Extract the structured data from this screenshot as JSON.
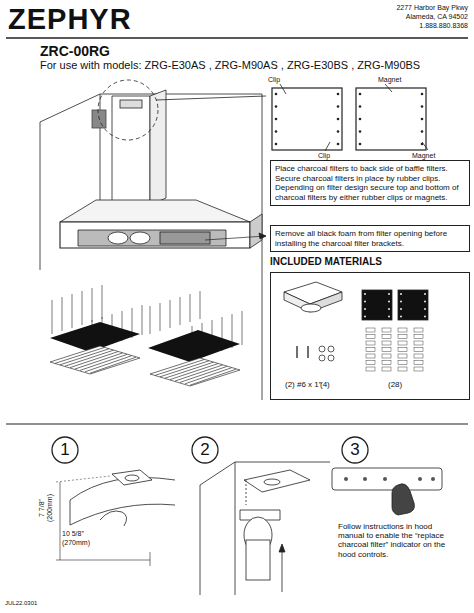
{
  "diagram": {
    "title": "ZRC-00RG",
    "nodes": [
      {
        "text": [
          "Place charcoal filters to back side of baffle filters. Secure charcoal filters in place by rubber clips. Depending on filter design secure top and bottom of charcoal filters by either rubber clips or magnets."
        ]
      },
      {
        "text": [
          "Remove all black foam from filter opening before installing the charcoal filter brackets."
        ]
      },
      {
        "text": [
          "INCLUDED MATERIALS"
        ]
      },
      {
        "text": [
          "1"
        ]
      },
      {
        "text": [
          "2"
        ]
      },
      {
        "text": [
          "3"
        ]
      }
    ],
    "labels": [
      "ZEPHYR",
      "2277 Harbor Bay Pkwy",
      "Alameda, CA 94502",
      "1.888.880.8368",
      "For use with models: ZRG-E30AS , ZRG-M90AS , ZRG-E30BS , ZRG-M90BS",
      "Clip",
      "Magnet",
      "Clip",
      "Magnet",
      "(2) #6 x 1”",
      "(4)",
      "(28)",
      "7 7/8”",
      "(200mm)",
      "10 5/8”",
      "(270mm)",
      "Follow instructions in hood manual to enable the “replace charcoal filter” indicator on the hood controls.",
      "JUL22.0301"
    ]
  }
}
